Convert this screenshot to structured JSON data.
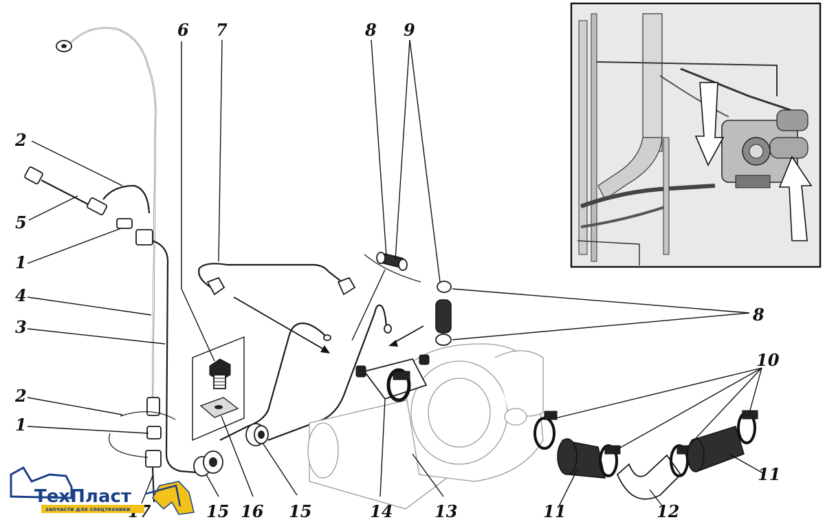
{
  "callouts": {
    "n1": "1",
    "n2": "2",
    "n3": "3",
    "n4": "4",
    "n5": "5",
    "n6": "6",
    "n7": "7",
    "n8": "8",
    "n9": "9",
    "n10": "10",
    "n11": "11",
    "n12": "12",
    "n13": "13",
    "n14": "14",
    "n15": "15",
    "n16": "16",
    "n17": "17"
  },
  "logo": {
    "name": "ТехПласт",
    "tagline": "запчасти для спецтехники"
  },
  "colors": {
    "ink": "#111111",
    "logo_blue": "#1b3f86",
    "logo_yellow": "#f2c21b"
  }
}
